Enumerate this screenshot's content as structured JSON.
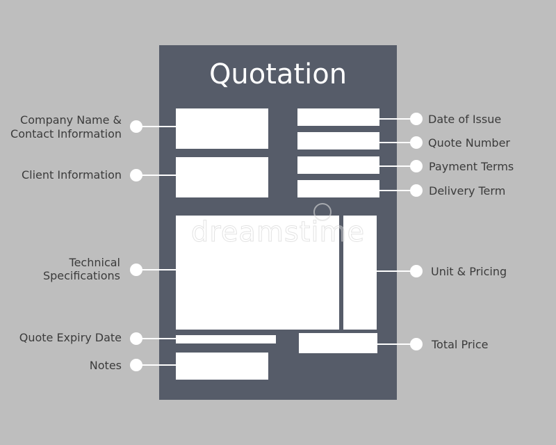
{
  "document": {
    "title": "Quotation"
  },
  "labels_left": {
    "company": [
      "Company Name &",
      "Contact Information"
    ],
    "client": "Client Information",
    "technical": [
      "Technical",
      "Specifications"
    ],
    "expiry": "Quote Expiry Date",
    "notes": "Notes"
  },
  "labels_right": {
    "date_of_issue": "Date of Issue",
    "quote_number": "Quote Number",
    "payment_terms": "Payment Terms",
    "delivery_term": "Delivery Term",
    "unit_pricing": "Unit & Pricing",
    "total_price": "Total Price"
  },
  "watermark": "dreamstime",
  "colors": {
    "background": "#bebebe",
    "document": "#565c69",
    "boxes": "#ffffff",
    "text": "#3b3b3b"
  }
}
